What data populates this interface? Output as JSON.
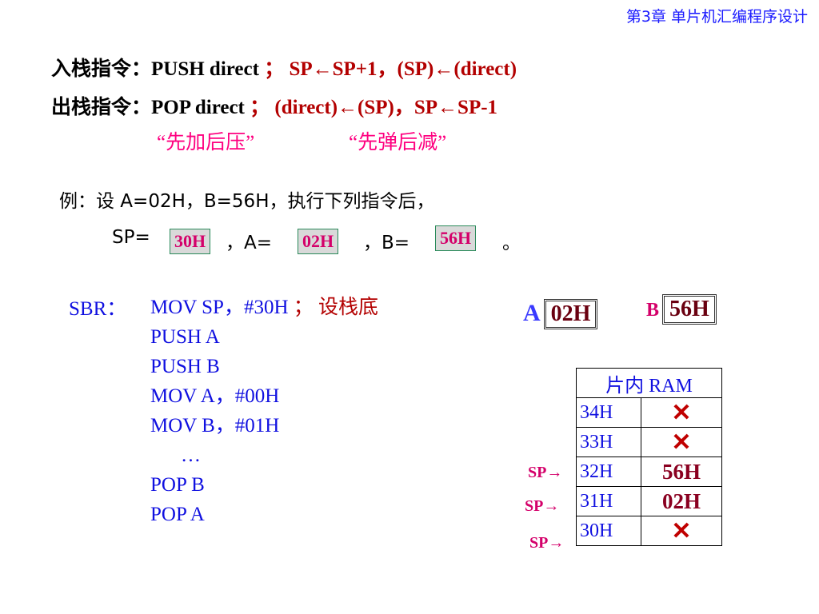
{
  "header": "第3章  单片机汇编程序设计",
  "push_line": {
    "label": "入栈指令：PUSH   direct",
    "sep": "；",
    "ops": "SP←SP+1，(SP)←(direct)"
  },
  "pop_line": {
    "label": "出栈指令：POP    direct",
    "sep": "；",
    "ops": "(direct)←(SP)，SP←SP-1"
  },
  "mnemonics": {
    "push": "“先加后压”",
    "pop": "“先弹后减”"
  },
  "example": {
    "intro": "例：设 A=02H，B=56H，执行下列指令后，",
    "sp_label": "SP=",
    "sp_value": "30H",
    "a_label": "，A=",
    "a_value": "02H",
    "b_label": "，B=",
    "b_value": "56H",
    "end": "。"
  },
  "code": {
    "label": "SBR：",
    "lines": [
      "MOV   SP，#30H",
      "PUSH  A",
      "PUSH  B",
      "MOV   A，#00H",
      "MOV   B，#01H",
      "…",
      "POP    B",
      "POP    A"
    ],
    "comment_sep": "；",
    "comment": "设栈底"
  },
  "registers": {
    "a_label": "A",
    "a_value": "02H",
    "b_label": "B",
    "b_value": "56H"
  },
  "ram": {
    "title": "片内 RAM",
    "rows": [
      {
        "addr": "34H",
        "value": "✕"
      },
      {
        "addr": "33H",
        "value": "✕"
      },
      {
        "addr": "32H",
        "value": "56H"
      },
      {
        "addr": "31H",
        "value": "02H"
      },
      {
        "addr": "30H",
        "value": "✕"
      }
    ],
    "sp_marker": "SP→"
  }
}
